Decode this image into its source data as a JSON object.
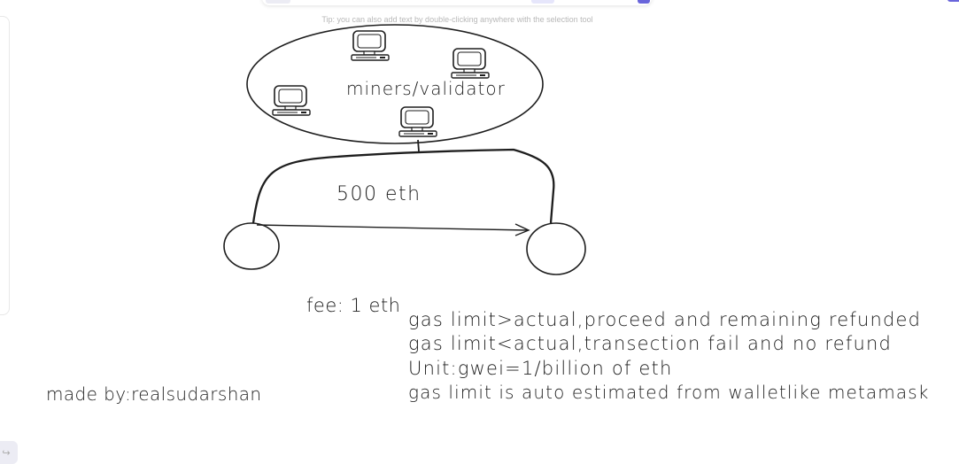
{
  "tip": "Tip: you can also add text by double-clicking anywhere with the selection tool",
  "diagram": {
    "network_label": "miners/validator",
    "amount_label": "500 eth",
    "fee_label": "fee: 1 eth",
    "notes": [
      "gas limit>actual,proceed and remaining refunded",
      "gas limit<actual,transection fail and no refund",
      "Unit:gwei=1/billion of eth",
      "gas limit is auto estimated from walletlike metamask"
    ],
    "credit": "made by:realsudarshan"
  },
  "icons": [
    "computer-icon",
    "undo-icon"
  ],
  "colors": {
    "stroke": "#1e1e1e",
    "accent": "#6965db",
    "tip_text": "#b8b8b8"
  }
}
